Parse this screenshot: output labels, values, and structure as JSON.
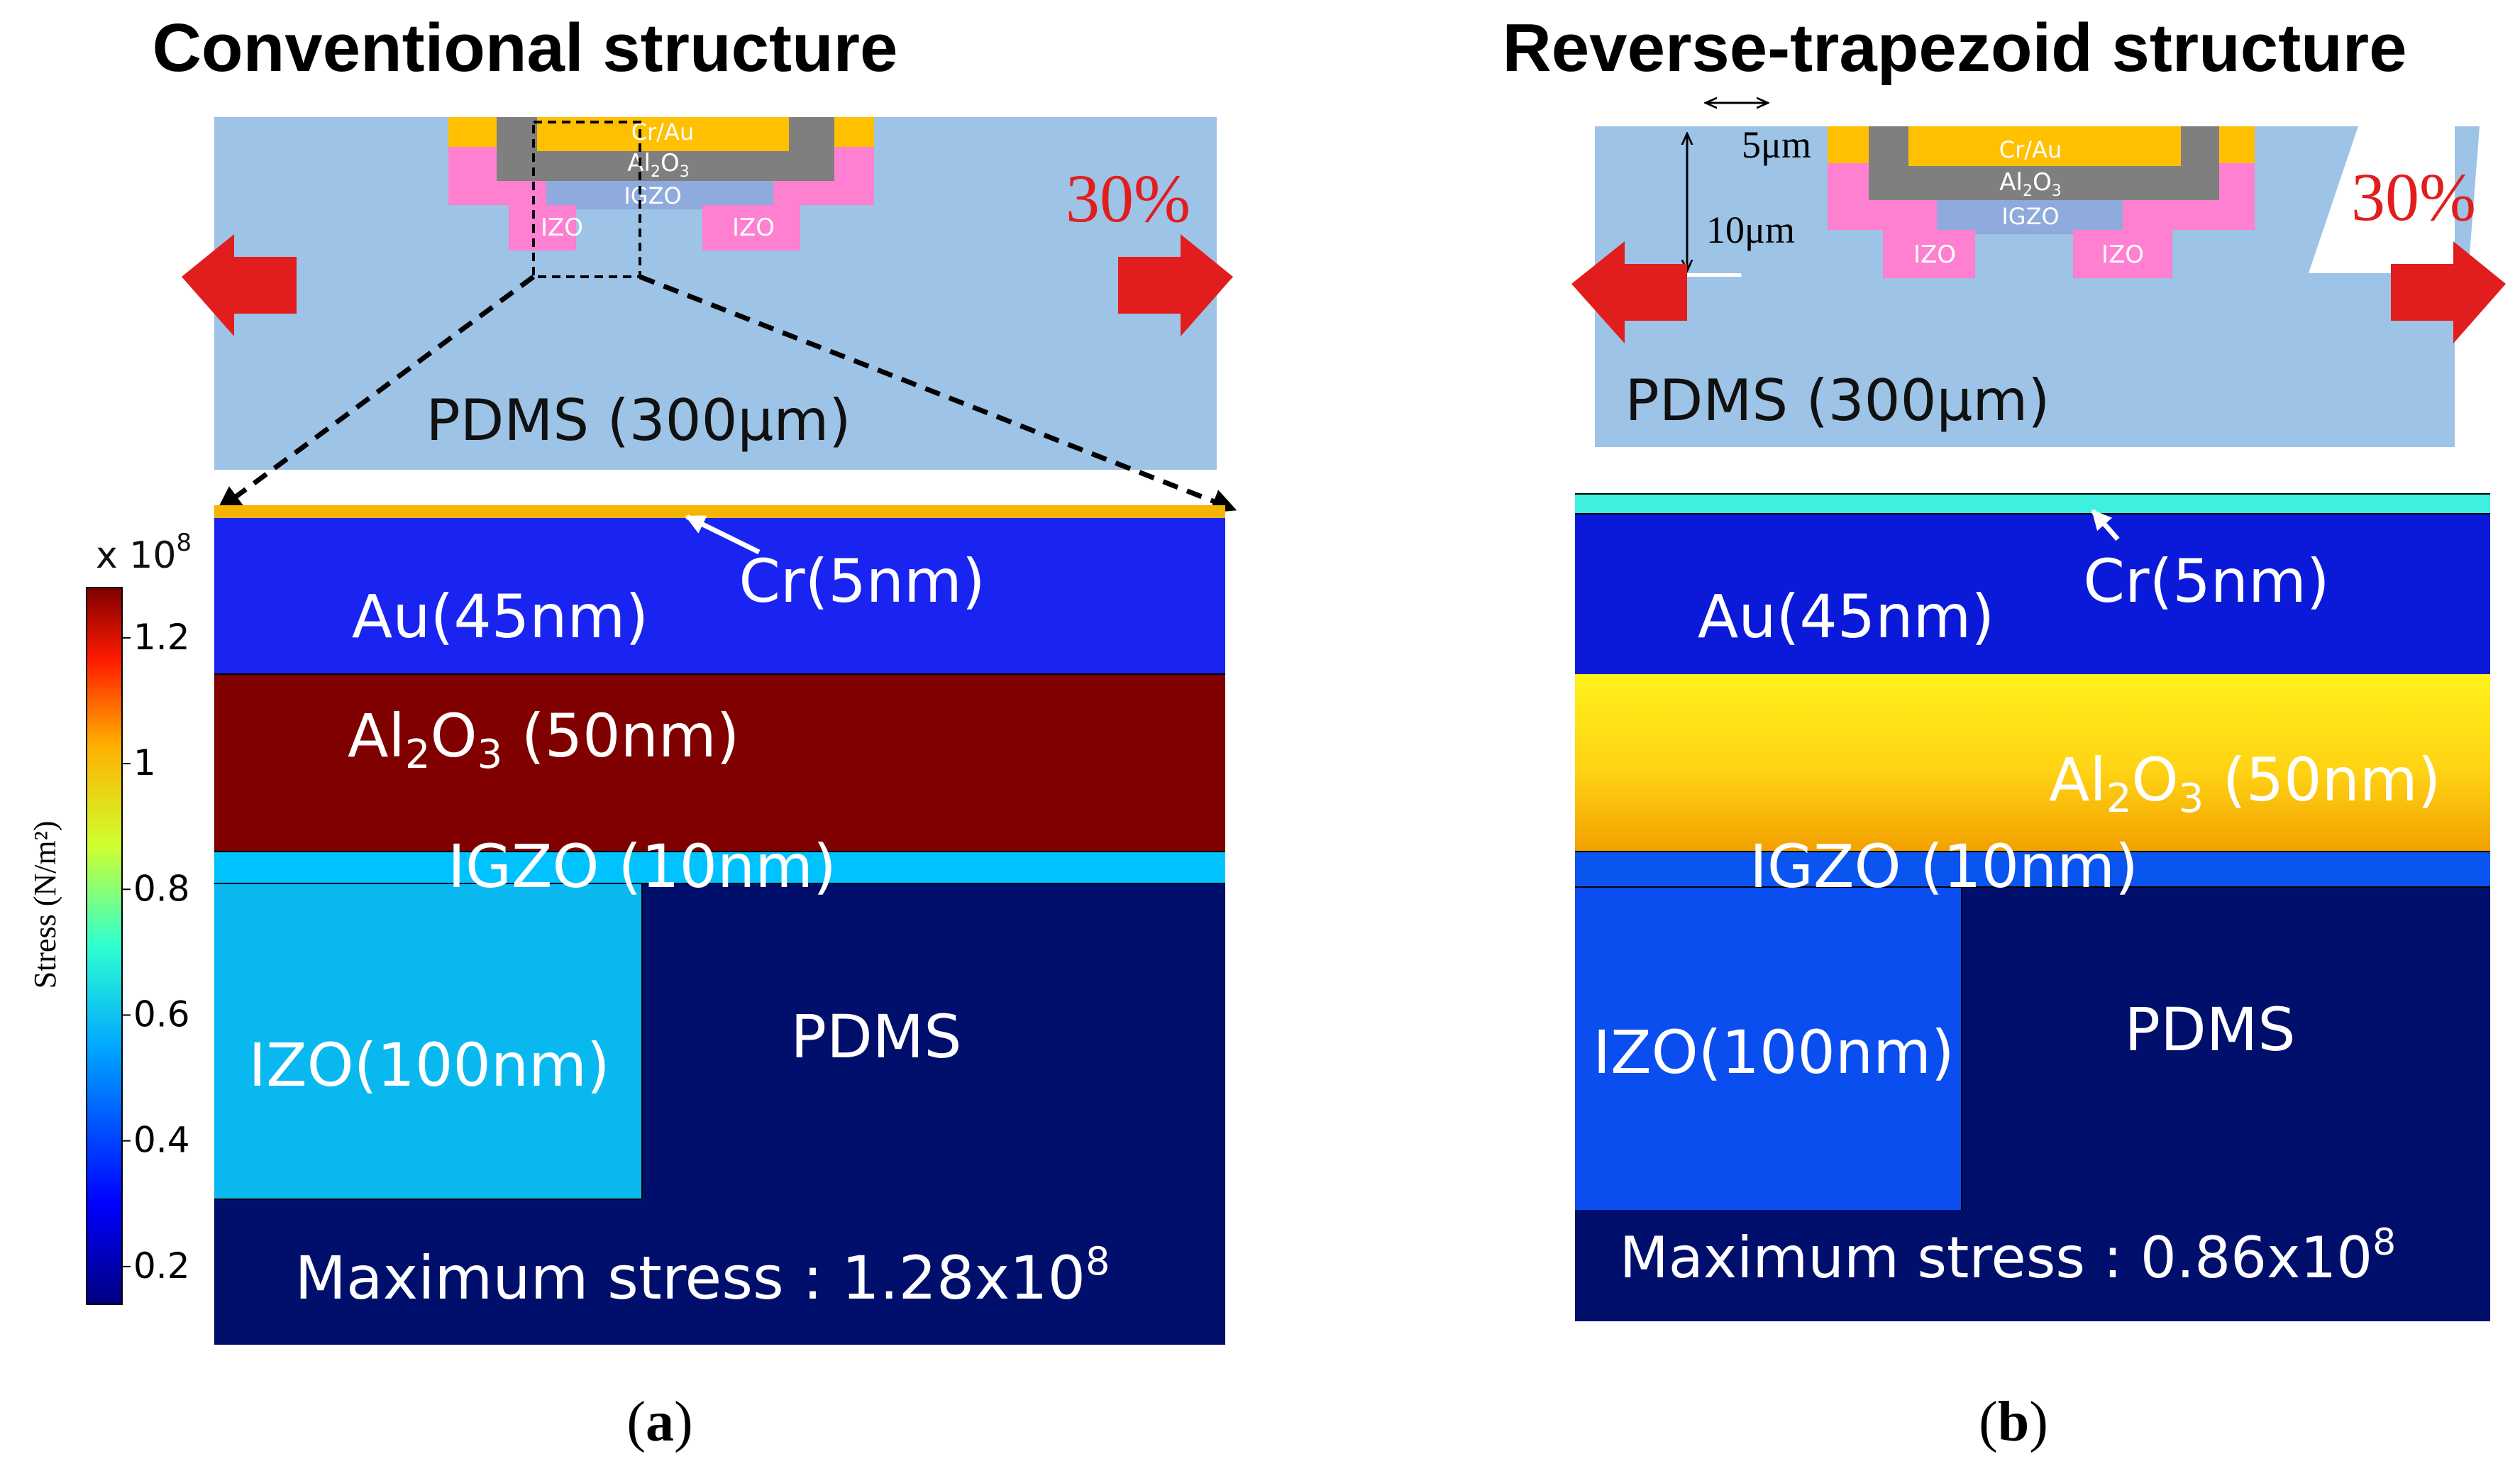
{
  "panel_a": {
    "title": "Conventional structure",
    "percent": "30%",
    "substrate": "PDMS (300μm)",
    "device": {
      "metal": "Cr/Au",
      "oxide": "Al2O3",
      "oxide_base": "Al",
      "oxide_sub1": "2",
      "oxide_mid": "O",
      "oxide_sub2": "3",
      "channel": "IGZO",
      "source": "IZO",
      "drain": "IZO"
    },
    "layers": {
      "cr": "Cr(5nm)",
      "au": "Au(45nm)",
      "al2o3_base": "Al",
      "al2o3_sub1": "2",
      "al2o3_mid": "O",
      "al2o3_sub2": "3",
      "al2o3_rest": " (50nm)",
      "igzo": "IGZO (10nm)",
      "izo": "IZO(100nm)",
      "pdms": "PDMS"
    },
    "max_stress_prefix": "Maximum stress : 1.28x10",
    "max_stress_exp": "8",
    "caption_letter": "a",
    "colors": {
      "cr": "#f4b400",
      "au": "#1a24f0",
      "al2o3": "#800000",
      "igzo": "#00c2ff",
      "izo": "#0ab8f0",
      "pdms": "#000f6b"
    }
  },
  "panel_b": {
    "title": "Reverse-trapezoid structure",
    "percent": "30%",
    "substrate": "PDMS (300μm)",
    "dim_width": "5μm",
    "dim_height": "10μm",
    "device": {
      "metal": "Cr/Au",
      "oxide_base": "Al",
      "oxide_sub1": "2",
      "oxide_mid": "O",
      "oxide_sub2": "3",
      "channel": "IGZO",
      "source": "IZO",
      "drain": "IZO"
    },
    "layers": {
      "cr": "Cr(5nm)",
      "au": "Au(45nm)",
      "al2o3_base": "Al",
      "al2o3_sub1": "2",
      "al2o3_mid": "O",
      "al2o3_sub2": "3",
      "al2o3_rest": " (50nm)",
      "igzo": "IGZO (10nm)",
      "izo": "IZO(100nm)",
      "pdms": "PDMS"
    },
    "max_stress_prefix": "Maximum  stress : 0.86x10",
    "max_stress_exp": "8",
    "caption_letter": "b",
    "colors": {
      "cr": "#3ef0e0",
      "au": "#0a1ad8",
      "al2o3": "#ffd21a",
      "igzo": "#0a55f0",
      "izo": "#0a4ef0",
      "pdms": "#000f6b"
    }
  },
  "colorbar": {
    "multiplier_prefix": "x 10",
    "multiplier_exp": "8",
    "label": "Stress (N/m²)",
    "ticks": [
      "1.2",
      "1",
      "0.8",
      "0.6",
      "0.4",
      "0.2"
    ],
    "tick_values": [
      1.2,
      1.0,
      0.8,
      0.6,
      0.4,
      0.2
    ],
    "range": [
      0.14,
      1.28
    ]
  }
}
